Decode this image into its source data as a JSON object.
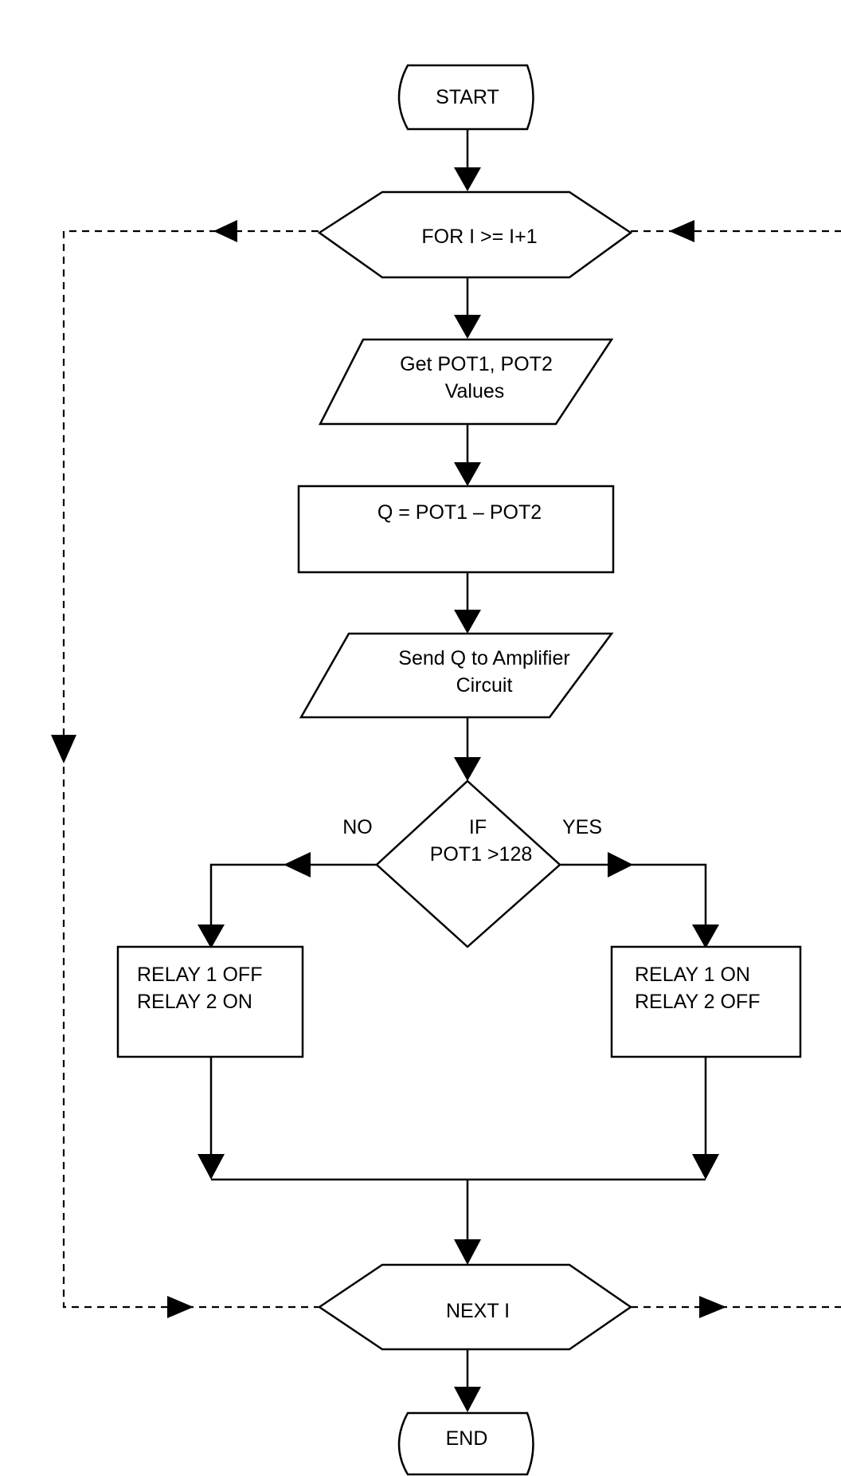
{
  "nodes": {
    "start": "START",
    "for_loop": "FOR I >= I+1",
    "get_pots": [
      "Get POT1, POT2",
      "Values"
    ],
    "compute_q": "Q = POT1 – POT2",
    "send_q": [
      "Send Q to Amplifier",
      "Circuit"
    ],
    "decision": [
      "IF",
      "POT1 >128"
    ],
    "relay_no": [
      "RELAY 1 OFF",
      "RELAY 2 ON"
    ],
    "relay_yes": [
      "RELAY 1 ON",
      "RELAY 2 OFF"
    ],
    "next_i": "NEXT I",
    "end": "END"
  },
  "branches": {
    "no": "NO",
    "yes": "YES"
  }
}
